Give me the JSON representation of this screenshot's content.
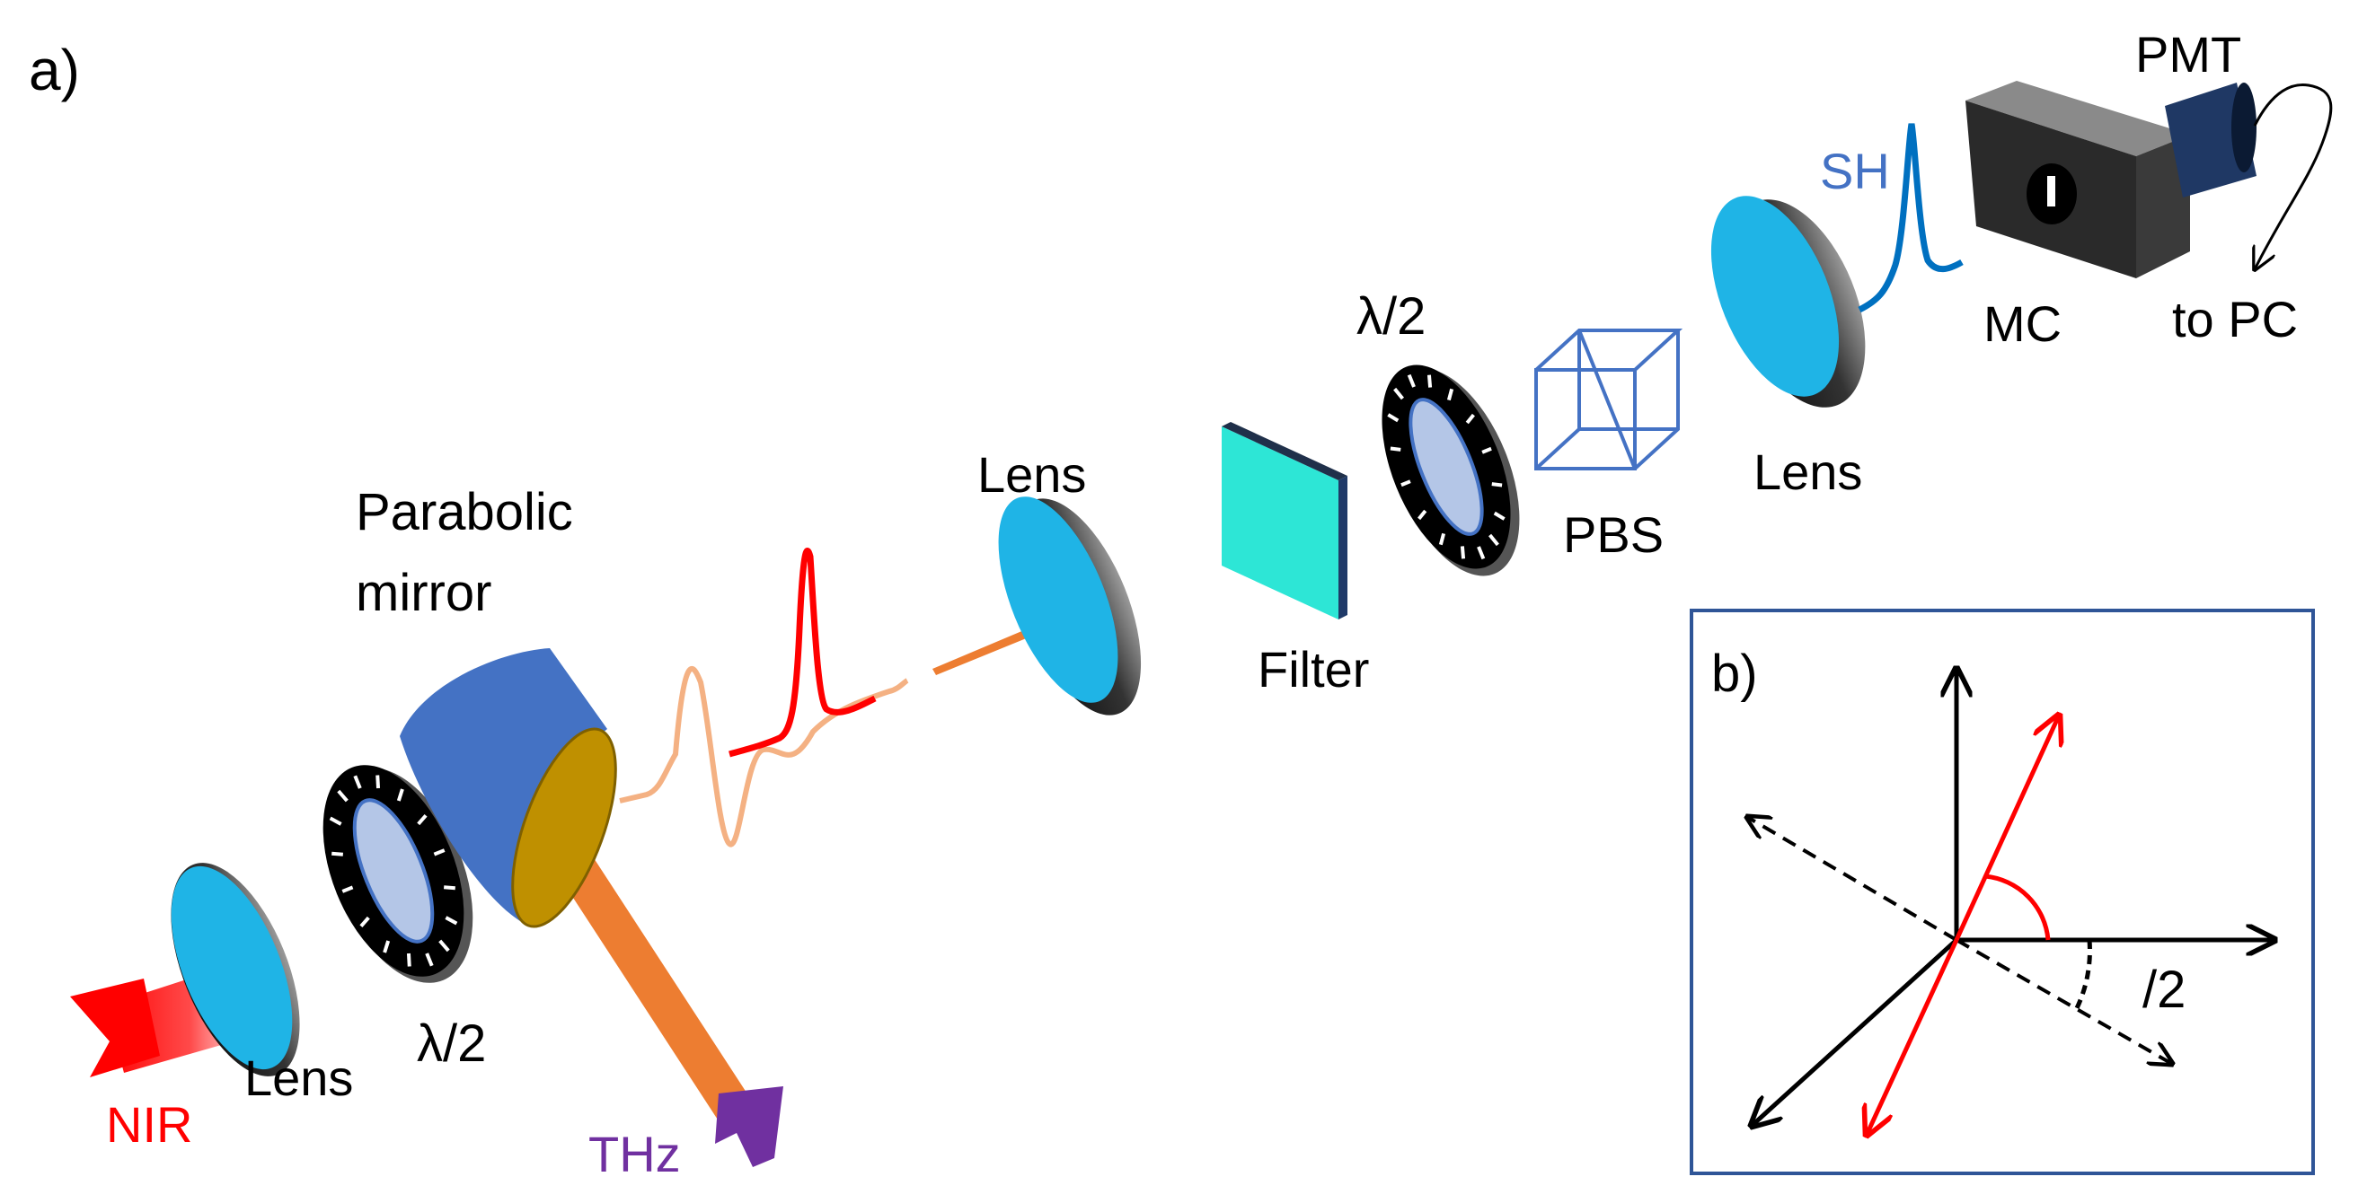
{
  "panel_a": {
    "label": "a)",
    "parabolic_mirror_label_1": "Parabolic",
    "parabolic_mirror_label_2": "mirror",
    "lens_1_label": "Lens",
    "waveplate_1_label": "λ/2",
    "nir_label": "NIR",
    "thz_label": "THz",
    "lens_2_label": "Lens",
    "filter_label": "Filter",
    "waveplate_2_label": "λ/2",
    "pbs_label": "PBS",
    "lens_3_label": "Lens",
    "sh_label": "SH",
    "mc_label": "MC",
    "pmt_label": "PMT",
    "to_pc_label": "to PC"
  },
  "panel_b": {
    "label": "b)",
    "half_angle_label": "/2"
  },
  "colors": {
    "nir": "#ff0000",
    "thz": "#7030a0",
    "thz_beam": "#ed7d31",
    "mirror_body": "#4472c4",
    "mirror_face": "#bf9000",
    "lens_glass": "#1fb4e6",
    "filter": "#2de6d6",
    "pbs": "#4472c4",
    "sh": "#0070c0",
    "box_border": "#2f5597"
  }
}
